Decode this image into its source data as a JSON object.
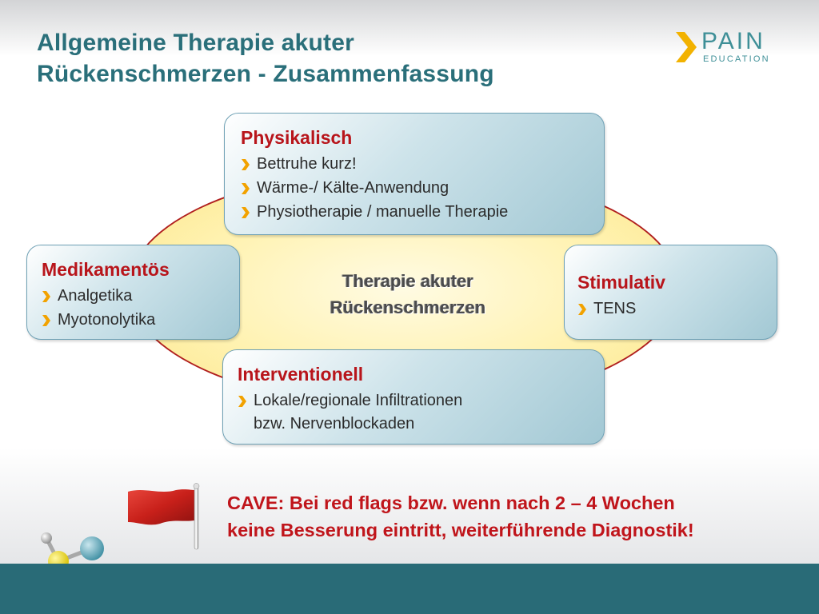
{
  "title": {
    "line1": "Allgemeine Therapie akuter",
    "line2": "Rückenschmerzen - Zusammenfassung"
  },
  "logo": {
    "main": "PAIN",
    "sub": "EDUCATION"
  },
  "center": {
    "line1": "Therapie akuter",
    "line2": "Rückenschmerzen"
  },
  "boxes": {
    "physikalisch": {
      "title": "Physikalisch",
      "items": [
        "Bettruhe kurz!",
        "Wärme-/ Kälte-Anwendung",
        "Physiotherapie / manuelle Therapie"
      ]
    },
    "medikamentoes": {
      "title": "Medikamentös",
      "items": [
        "Analgetika",
        "Myotonolytika"
      ]
    },
    "stimulativ": {
      "title": "Stimulativ",
      "items": [
        "TENS"
      ]
    },
    "interventionell": {
      "title": "Interventionell",
      "items": [
        "Lokale/regionale Infiltrationen"
      ],
      "continuation": "bzw. Nervenblockaden"
    }
  },
  "cave": {
    "line1": "CAVE: Bei red flags bzw. wenn nach 2 – 4 Wochen",
    "line2": "keine Besserung eintritt, weiterführende Diagnostik!"
  },
  "icons": {
    "bullet": "chevron-right-icon",
    "flag": "red-flag-icon",
    "molecule": "molecule-icon",
    "logo": "chevron-logo-icon"
  },
  "colors": {
    "title": "#2a6f7a",
    "heading_red": "#b8151b",
    "chevron_orange": "#f2a200",
    "ellipse_border": "#b01e1e",
    "bottom_bar": "#296b77"
  }
}
